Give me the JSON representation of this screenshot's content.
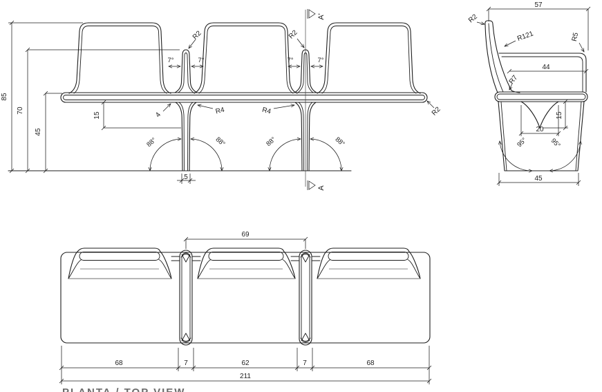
{
  "colors": {
    "line": "#1c1c1c",
    "dim_line": "#1c1c1c",
    "light_line": "#8a8a8a",
    "background": "#ffffff"
  },
  "front_view": {
    "dim_total_height": "85",
    "dim_divider_height": "70",
    "dim_seat_height": "45",
    "dim_flare_drop": "15",
    "dim_seat_thickness": "4",
    "dim_leg_width": "5",
    "angle_back_right_1": "7°",
    "angle_back_left_2": "7°",
    "angle_back_right_2": "7°",
    "angle_back_left_3": "7°",
    "angle_leg1_left": "88°",
    "angle_leg1_right": "88°",
    "angle_leg2_left": "88°",
    "angle_leg2_right": "88°",
    "radius_divider_1": "R2",
    "radius_divider_2": "R2",
    "radius_seat_edge": "R2",
    "radius_fillet_left": "R4",
    "radius_fillet_right": "R4",
    "section_label_top": "A'",
    "section_label_bottom": "A"
  },
  "side_view": {
    "dim_depth": "57",
    "radius_back_top": "R2",
    "radius_back_curve": "R121",
    "radius_armrest_corner": "R5",
    "dim_armrest_length": "44",
    "radius_seat_back_fillet": "R7",
    "dim_notch_width": "20",
    "dim_notch_depth": "15",
    "angle_leg_front": "95°",
    "angle_leg_back": "95°",
    "dim_base_depth": "45"
  },
  "plan_view": {
    "dim_seat_pitch": "69",
    "dim_seat_left": "68",
    "dim_divider_left": "7",
    "dim_seat_center": "62",
    "dim_divider_right": "7",
    "dim_seat_right": "68",
    "dim_total_width": "211",
    "caption": "PLANTA / TOP VIEW"
  }
}
